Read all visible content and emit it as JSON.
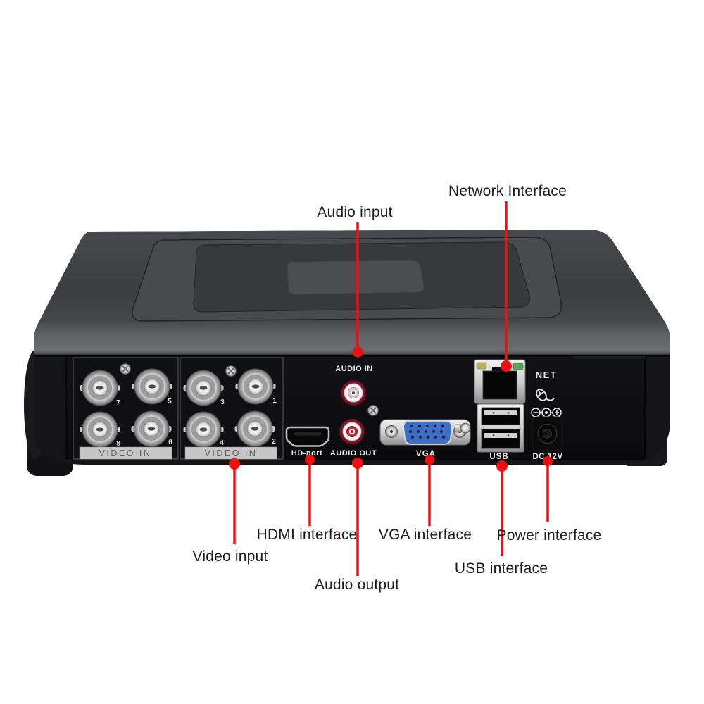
{
  "colors": {
    "background": "#ffffff",
    "accent_red": "#ee1011",
    "label_text": "#1c1c1c",
    "vga_blue": "#3f6fc4"
  },
  "callouts": {
    "network": "Network Interface",
    "audio_in": "Audio input",
    "video_in": "Video input",
    "hdmi": "HDMI interface",
    "audio_out": "Audio output",
    "vga": "VGA interface",
    "usb": "USB interface",
    "power": "Power interface"
  },
  "panel": {
    "video_in_left": "VIDEO IN",
    "video_in_right": "VIDEO IN",
    "audio_in": "AUDIO IN",
    "audio_out": "AUDIO OUT",
    "hdmi": "HD-port",
    "vga": "VGA",
    "usb": "USB",
    "net": "NET",
    "dc": "DC 12V",
    "bnc_numbers": [
      "7",
      "5",
      "8",
      "6",
      "3",
      "1",
      "4",
      "2"
    ]
  }
}
